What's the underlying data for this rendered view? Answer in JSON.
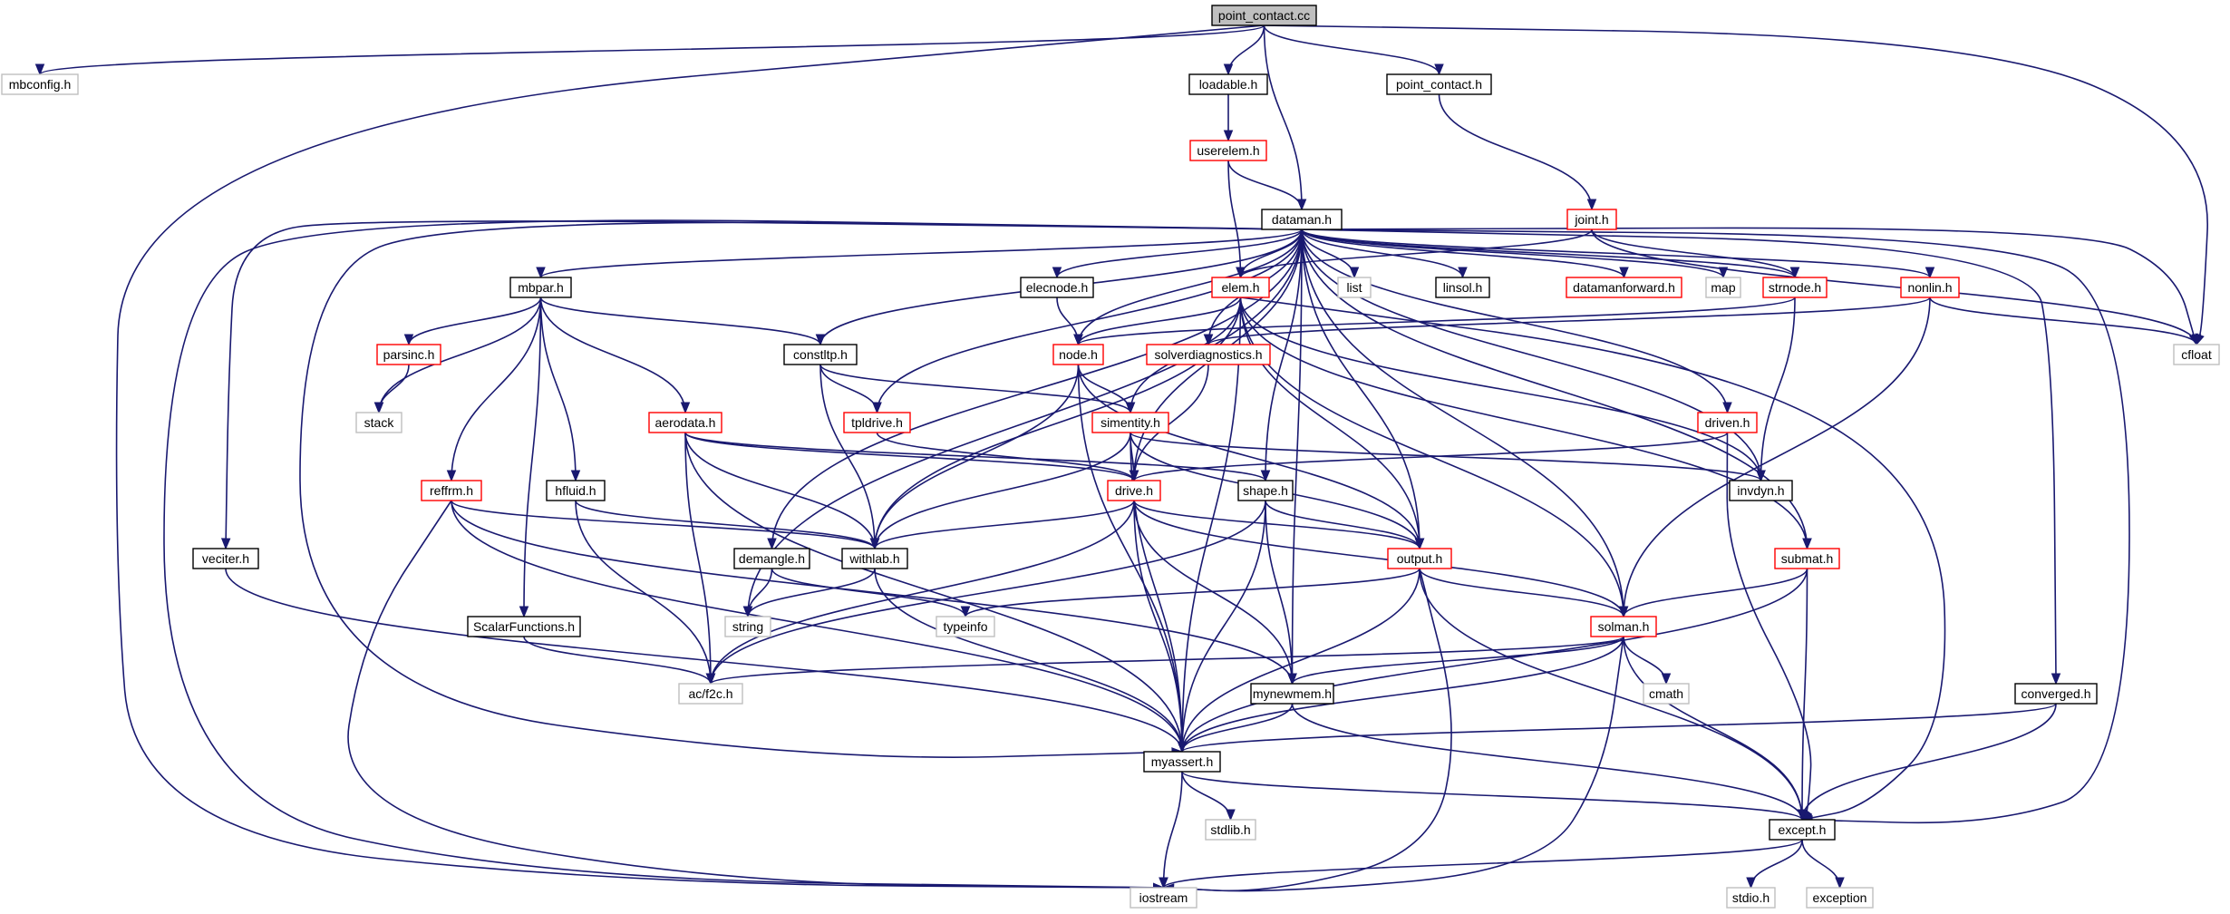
{
  "title": "point_contact.cc",
  "colors": {
    "edge": "#191970",
    "normal_border": "#000000",
    "truncated_border": "#ff0000",
    "external_border": "#bfbfbf",
    "root_fill": "#bfbfbf",
    "text": "#000000",
    "external_text": "#7f7f7f"
  },
  "nodes": [
    {
      "id": "point_contact_cc",
      "label": "point_contact.cc",
      "kind": "root"
    },
    {
      "id": "mbconfig_h",
      "label": "mbconfig.h",
      "kind": "external"
    },
    {
      "id": "loadable_h",
      "label": "loadable.h",
      "kind": "normal"
    },
    {
      "id": "point_contact_h",
      "label": "point_contact.h",
      "kind": "normal"
    },
    {
      "id": "userelem_h",
      "label": "userelem.h",
      "kind": "truncated"
    },
    {
      "id": "joint_h",
      "label": "joint.h",
      "kind": "truncated"
    },
    {
      "id": "dataman_h",
      "label": "dataman.h",
      "kind": "normal"
    },
    {
      "id": "mbpar_h",
      "label": "mbpar.h",
      "kind": "normal"
    },
    {
      "id": "elecnode_h",
      "label": "elecnode.h",
      "kind": "normal"
    },
    {
      "id": "elem_h",
      "label": "elem.h",
      "kind": "truncated"
    },
    {
      "id": "list",
      "label": "list",
      "kind": "external"
    },
    {
      "id": "linsol_h",
      "label": "linsol.h",
      "kind": "normal"
    },
    {
      "id": "datamanforward_h",
      "label": "datamanforward.h",
      "kind": "truncated"
    },
    {
      "id": "map",
      "label": "map",
      "kind": "external"
    },
    {
      "id": "strnode_h",
      "label": "strnode.h",
      "kind": "truncated"
    },
    {
      "id": "nonlin_h",
      "label": "nonlin.h",
      "kind": "truncated"
    },
    {
      "id": "cfloat",
      "label": "cfloat",
      "kind": "external"
    },
    {
      "id": "parsinc_h",
      "label": "parsinc.h",
      "kind": "truncated"
    },
    {
      "id": "constltp_h",
      "label": "constltp.h",
      "kind": "normal"
    },
    {
      "id": "node_h",
      "label": "node.h",
      "kind": "truncated"
    },
    {
      "id": "solverdiagnostics_h",
      "label": "solverdiagnostics.h",
      "kind": "truncated"
    },
    {
      "id": "stack",
      "label": "stack",
      "kind": "external"
    },
    {
      "id": "aerodata_h",
      "label": "aerodata.h",
      "kind": "truncated"
    },
    {
      "id": "tpldrive_h",
      "label": "tpldrive.h",
      "kind": "truncated"
    },
    {
      "id": "simentity_h",
      "label": "simentity.h",
      "kind": "truncated"
    },
    {
      "id": "driven_h",
      "label": "driven.h",
      "kind": "truncated"
    },
    {
      "id": "reffrm_h",
      "label": "reffrm.h",
      "kind": "truncated"
    },
    {
      "id": "hfluid_h",
      "label": "hfluid.h",
      "kind": "normal"
    },
    {
      "id": "drive_h",
      "label": "drive.h",
      "kind": "truncated"
    },
    {
      "id": "shape_h",
      "label": "shape.h",
      "kind": "normal"
    },
    {
      "id": "invdyn_h",
      "label": "invdyn.h",
      "kind": "normal"
    },
    {
      "id": "veciter_h",
      "label": "veciter.h",
      "kind": "normal"
    },
    {
      "id": "demangle_h",
      "label": "demangle.h",
      "kind": "normal"
    },
    {
      "id": "withlab_h",
      "label": "withlab.h",
      "kind": "normal"
    },
    {
      "id": "output_h",
      "label": "output.h",
      "kind": "truncated"
    },
    {
      "id": "submat_h",
      "label": "submat.h",
      "kind": "truncated"
    },
    {
      "id": "string",
      "label": "string",
      "kind": "external"
    },
    {
      "id": "typeinfo",
      "label": "typeinfo",
      "kind": "external"
    },
    {
      "id": "scalarfunctions_h",
      "label": "ScalarFunctions.h",
      "kind": "normal"
    },
    {
      "id": "solman_h",
      "label": "solman.h",
      "kind": "truncated"
    },
    {
      "id": "ac_f2c_h",
      "label": "ac/f2c.h",
      "kind": "external"
    },
    {
      "id": "mynewmem_h",
      "label": "mynewmem.h",
      "kind": "normal"
    },
    {
      "id": "cmath",
      "label": "cmath",
      "kind": "external"
    },
    {
      "id": "converged_h",
      "label": "converged.h",
      "kind": "normal"
    },
    {
      "id": "myassert_h",
      "label": "myassert.h",
      "kind": "normal"
    },
    {
      "id": "stdlib_h",
      "label": "stdlib.h",
      "kind": "external"
    },
    {
      "id": "except_h",
      "label": "except.h",
      "kind": "normal"
    },
    {
      "id": "iostream",
      "label": "iostream",
      "kind": "external"
    },
    {
      "id": "stdio_h",
      "label": "stdio.h",
      "kind": "external"
    },
    {
      "id": "exception",
      "label": "exception",
      "kind": "external"
    }
  ],
  "edges": [
    [
      "point_contact_cc",
      "mbconfig_h"
    ],
    [
      "point_contact_cc",
      "iostream"
    ],
    [
      "point_contact_cc",
      "loadable_h"
    ],
    [
      "point_contact_cc",
      "dataman_h"
    ],
    [
      "point_contact_cc",
      "point_contact_h"
    ],
    [
      "point_contact_cc",
      "cfloat"
    ],
    [
      "loadable_h",
      "userelem_h"
    ],
    [
      "userelem_h",
      "dataman_h"
    ],
    [
      "userelem_h",
      "elem_h"
    ],
    [
      "point_contact_h",
      "joint_h"
    ],
    [
      "joint_h",
      "elem_h"
    ],
    [
      "joint_h",
      "strnode_h"
    ],
    [
      "joint_h",
      "cfloat"
    ],
    [
      "dataman_h",
      "veciter_h"
    ],
    [
      "dataman_h",
      "iostream"
    ],
    [
      "dataman_h",
      "myassert_h"
    ],
    [
      "dataman_h",
      "mbpar_h"
    ],
    [
      "dataman_h",
      "string"
    ],
    [
      "dataman_h",
      "demangle_h"
    ],
    [
      "dataman_h",
      "constltp_h"
    ],
    [
      "dataman_h",
      "tpldrive_h"
    ],
    [
      "dataman_h",
      "node_h"
    ],
    [
      "dataman_h",
      "drive_h"
    ],
    [
      "dataman_h",
      "elecnode_h"
    ],
    [
      "dataman_h",
      "elem_h"
    ],
    [
      "dataman_h",
      "solverdiagnostics_h"
    ],
    [
      "dataman_h",
      "shape_h"
    ],
    [
      "dataman_h",
      "list"
    ],
    [
      "dataman_h",
      "output_h"
    ],
    [
      "dataman_h",
      "mynewmem_h"
    ],
    [
      "dataman_h",
      "linsol_h"
    ],
    [
      "dataman_h",
      "datamanforward_h"
    ],
    [
      "dataman_h",
      "driven_h"
    ],
    [
      "dataman_h",
      "map"
    ],
    [
      "dataman_h",
      "strnode_h"
    ],
    [
      "dataman_h",
      "invdyn_h"
    ],
    [
      "dataman_h",
      "nonlin_h"
    ],
    [
      "dataman_h",
      "solman_h"
    ],
    [
      "dataman_h",
      "submat_h"
    ],
    [
      "dataman_h",
      "converged_h"
    ],
    [
      "dataman_h",
      "except_h"
    ],
    [
      "dataman_h",
      "cfloat"
    ],
    [
      "mbpar_h",
      "stack"
    ],
    [
      "mbpar_h",
      "parsinc_h"
    ],
    [
      "mbpar_h",
      "constltp_h"
    ],
    [
      "mbpar_h",
      "aerodata_h"
    ],
    [
      "mbpar_h",
      "reffrm_h"
    ],
    [
      "mbpar_h",
      "hfluid_h"
    ],
    [
      "mbpar_h",
      "scalarfunctions_h"
    ],
    [
      "parsinc_h",
      "stack"
    ],
    [
      "elecnode_h",
      "node_h"
    ],
    [
      "elem_h",
      "withlab_h"
    ],
    [
      "elem_h",
      "node_h"
    ],
    [
      "elem_h",
      "simentity_h"
    ],
    [
      "elem_h",
      "output_h"
    ],
    [
      "elem_h",
      "myassert_h"
    ],
    [
      "elem_h",
      "solman_h"
    ],
    [
      "elem_h",
      "submat_h"
    ],
    [
      "elem_h",
      "invdyn_h"
    ],
    [
      "elem_h",
      "except_h"
    ],
    [
      "strnode_h",
      "node_h"
    ],
    [
      "strnode_h",
      "invdyn_h"
    ],
    [
      "nonlin_h",
      "solverdiagnostics_h"
    ],
    [
      "nonlin_h",
      "solman_h"
    ],
    [
      "nonlin_h",
      "cfloat"
    ],
    [
      "constltp_h",
      "tpldrive_h"
    ],
    [
      "constltp_h",
      "simentity_h"
    ],
    [
      "constltp_h",
      "withlab_h"
    ],
    [
      "node_h",
      "withlab_h"
    ],
    [
      "node_h",
      "simentity_h"
    ],
    [
      "node_h",
      "output_h"
    ],
    [
      "node_h",
      "myassert_h"
    ],
    [
      "solverdiagnostics_h",
      "drive_h"
    ],
    [
      "aerodata_h",
      "drive_h"
    ],
    [
      "aerodata_h",
      "shape_h"
    ],
    [
      "aerodata_h",
      "withlab_h"
    ],
    [
      "aerodata_h",
      "ac_f2c_h"
    ],
    [
      "aerodata_h",
      "myassert_h"
    ],
    [
      "tpldrive_h",
      "drive_h"
    ],
    [
      "simentity_h",
      "drive_h"
    ],
    [
      "simentity_h",
      "withlab_h"
    ],
    [
      "simentity_h",
      "output_h"
    ],
    [
      "simentity_h",
      "invdyn_h"
    ],
    [
      "simentity_h",
      "myassert_h"
    ],
    [
      "driven_h",
      "drive_h"
    ],
    [
      "driven_h",
      "except_h"
    ],
    [
      "reffrm_h",
      "withlab_h"
    ],
    [
      "reffrm_h",
      "mynewmem_h"
    ],
    [
      "reffrm_h",
      "myassert_h"
    ],
    [
      "reffrm_h",
      "iostream"
    ],
    [
      "hfluid_h",
      "withlab_h"
    ],
    [
      "hfluid_h",
      "ac_f2c_h"
    ],
    [
      "drive_h",
      "withlab_h"
    ],
    [
      "drive_h",
      "output_h"
    ],
    [
      "drive_h",
      "solman_h"
    ],
    [
      "drive_h",
      "ac_f2c_h"
    ],
    [
      "drive_h",
      "mynewmem_h"
    ],
    [
      "drive_h",
      "myassert_h"
    ],
    [
      "shape_h",
      "output_h"
    ],
    [
      "shape_h",
      "ac_f2c_h"
    ],
    [
      "shape_h",
      "mynewmem_h"
    ],
    [
      "shape_h",
      "myassert_h"
    ],
    [
      "veciter_h",
      "myassert_h"
    ],
    [
      "demangle_h",
      "string"
    ],
    [
      "demangle_h",
      "typeinfo"
    ],
    [
      "withlab_h",
      "string"
    ],
    [
      "withlab_h",
      "myassert_h"
    ],
    [
      "output_h",
      "typeinfo"
    ],
    [
      "output_h",
      "solman_h"
    ],
    [
      "output_h",
      "myassert_h"
    ],
    [
      "output_h",
      "except_h"
    ],
    [
      "output_h",
      "iostream"
    ],
    [
      "submat_h",
      "solman_h"
    ],
    [
      "submat_h",
      "myassert_h"
    ],
    [
      "submat_h",
      "except_h"
    ],
    [
      "scalarfunctions_h",
      "ac_f2c_h"
    ],
    [
      "solman_h",
      "ac_f2c_h"
    ],
    [
      "solman_h",
      "mynewmem_h"
    ],
    [
      "solman_h",
      "cmath"
    ],
    [
      "solman_h",
      "myassert_h"
    ],
    [
      "solman_h",
      "except_h"
    ],
    [
      "solman_h",
      "iostream"
    ],
    [
      "mynewmem_h",
      "myassert_h"
    ],
    [
      "mynewmem_h",
      "except_h"
    ],
    [
      "converged_h",
      "myassert_h"
    ],
    [
      "converged_h",
      "except_h"
    ],
    [
      "myassert_h",
      "stdlib_h"
    ],
    [
      "myassert_h",
      "except_h"
    ],
    [
      "myassert_h",
      "iostream"
    ],
    [
      "except_h",
      "stdio_h"
    ],
    [
      "except_h",
      "exception"
    ],
    [
      "except_h",
      "iostream"
    ]
  ]
}
